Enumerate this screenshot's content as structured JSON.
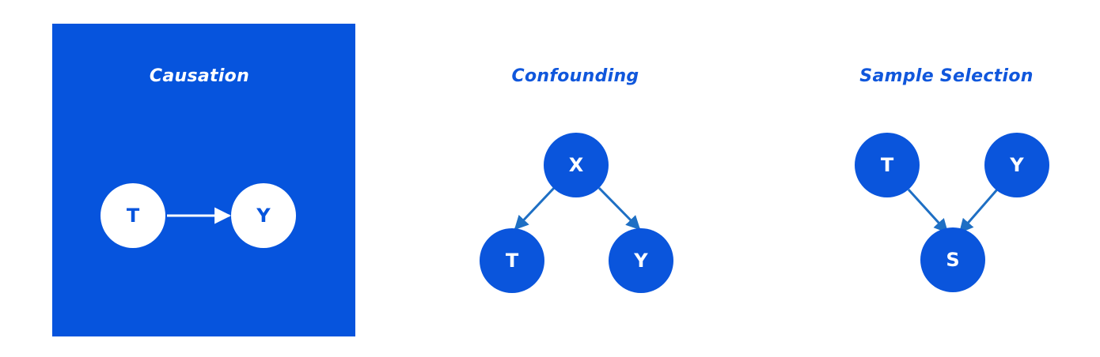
{
  "colors": {
    "accent_blue": "#0654dd",
    "node_blue": "#0a55dc",
    "white": "#ffffff",
    "edge_blue": "#1e6fc4"
  },
  "panels": {
    "causation": {
      "title": "Causation",
      "nodes": {
        "t": "T",
        "y": "Y"
      }
    },
    "confounding": {
      "title": "Confounding",
      "nodes": {
        "x": "X",
        "t": "T",
        "y": "Y"
      }
    },
    "selection": {
      "title": "Sample Selection",
      "nodes": {
        "t": "T",
        "y": "Y",
        "s": "S"
      }
    }
  }
}
